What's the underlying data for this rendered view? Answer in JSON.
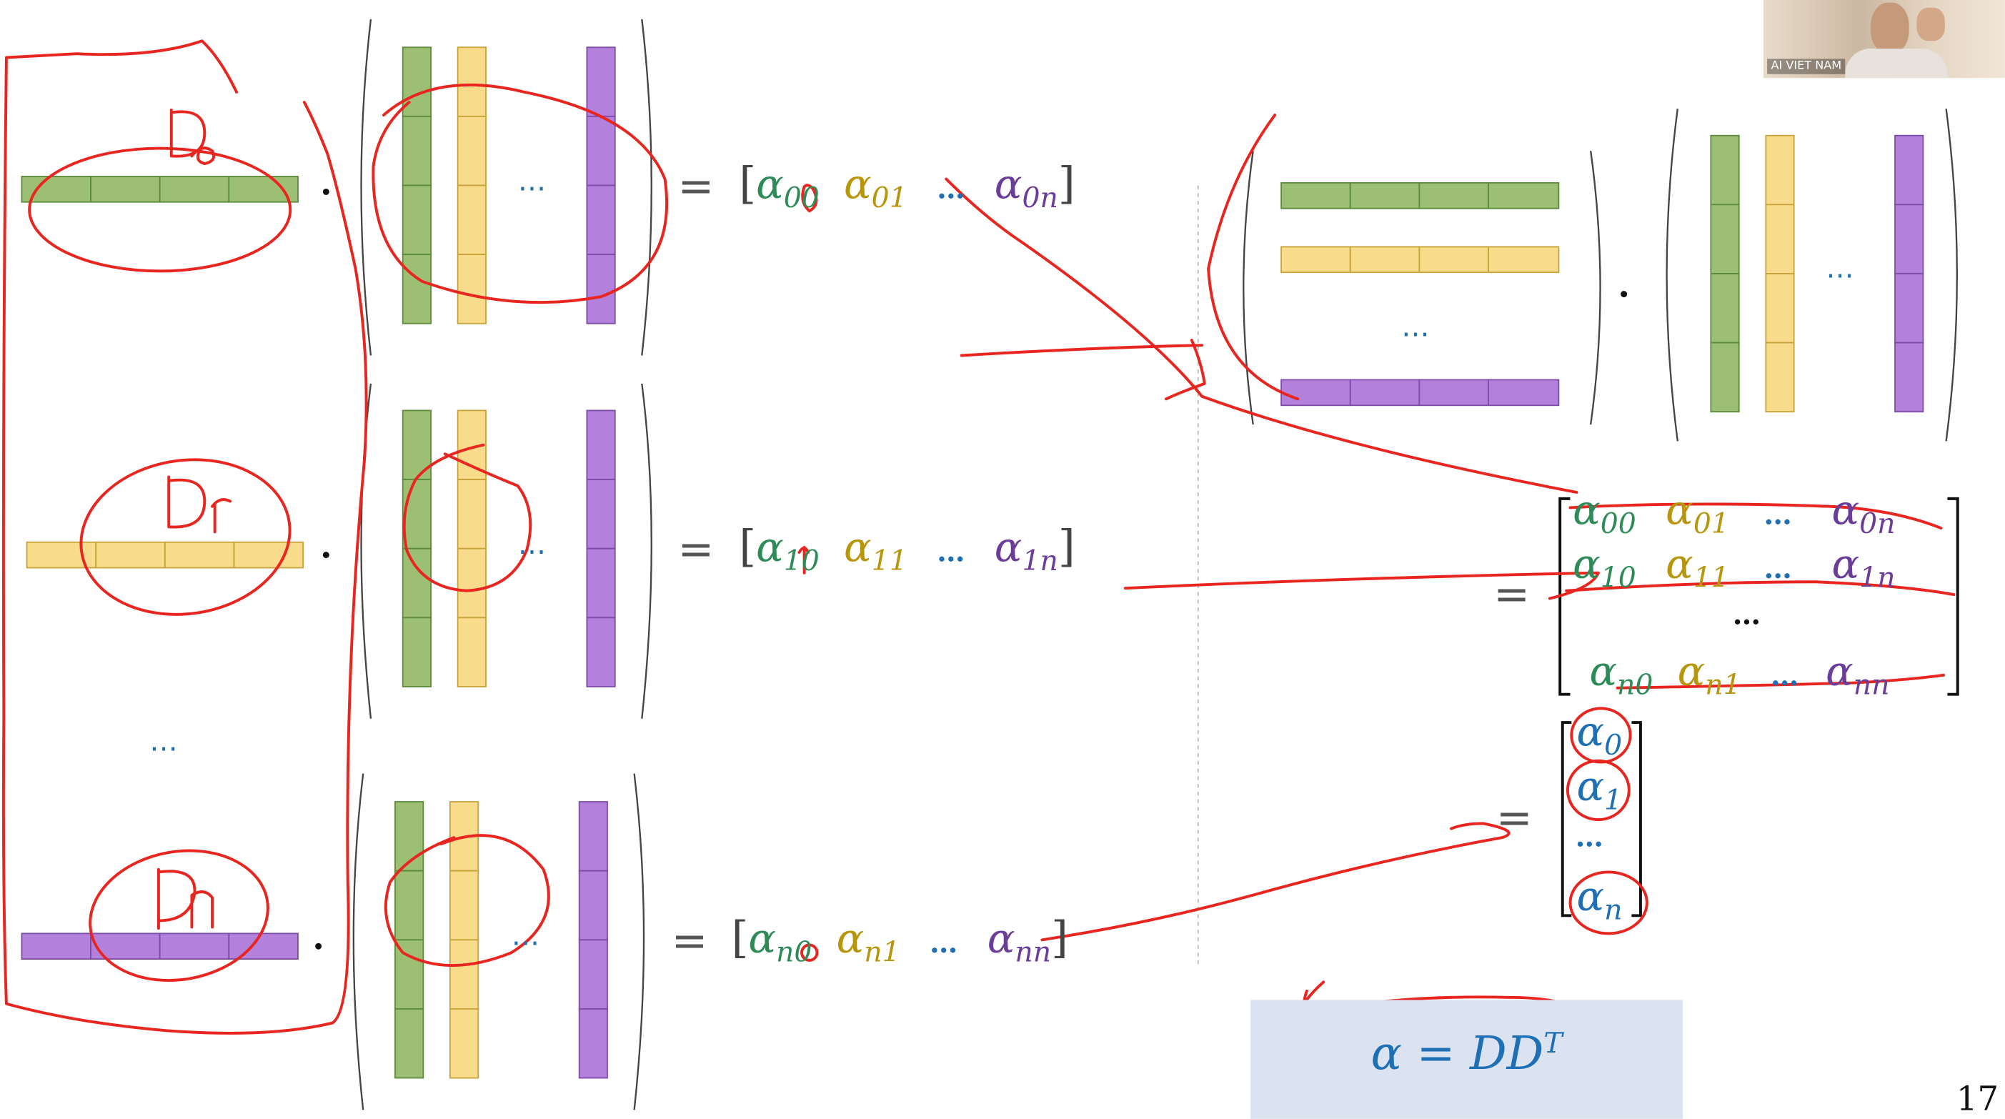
{
  "webcam": {
    "label": "AI VIET NAM"
  },
  "left_labels": {
    "ellipsis": "…"
  },
  "matrix_ellipsis": "…",
  "rows": [
    {
      "lhs": "[",
      "a1": "α",
      "s1": "00",
      "a2": "α",
      "s2": "01",
      "dots": "…",
      "a3": "α",
      "s3": "0n",
      "rhs": "]"
    },
    {
      "lhs": "[",
      "a1": "α",
      "s1": "10",
      "a2": "α",
      "s2": "11",
      "dots": "…",
      "a3": "α",
      "s3": "1n",
      "rhs": "]"
    },
    {
      "lhs": "[",
      "a1": "α",
      "s1": "n0",
      "a2": "α",
      "s2": "n1",
      "dots": "…",
      "a3": "α",
      "s3": "nn",
      "rhs": "]"
    }
  ],
  "equals": "=",
  "right_matrix": {
    "r0": [
      "00",
      "01",
      "0n"
    ],
    "r1": [
      "10",
      "11",
      "1n"
    ],
    "r2": [
      "n0",
      "n1",
      "nn"
    ],
    "alpha": "α",
    "dots": "…"
  },
  "vector": {
    "alpha": "α",
    "e0": "0",
    "e1": "1",
    "en": "n",
    "dots": "…"
  },
  "formula": {
    "lhs": "α",
    "op": "=",
    "rhs": "DD",
    "sup": "T"
  },
  "page_number": "17",
  "colors": {
    "green": "#9dbf73",
    "yellow": "#f8dc8c",
    "purple": "#b380db",
    "ink": "#e8251f",
    "accent": "#1f6fb5"
  },
  "handwriting": [
    "D0",
    "D1",
    "Dn"
  ]
}
